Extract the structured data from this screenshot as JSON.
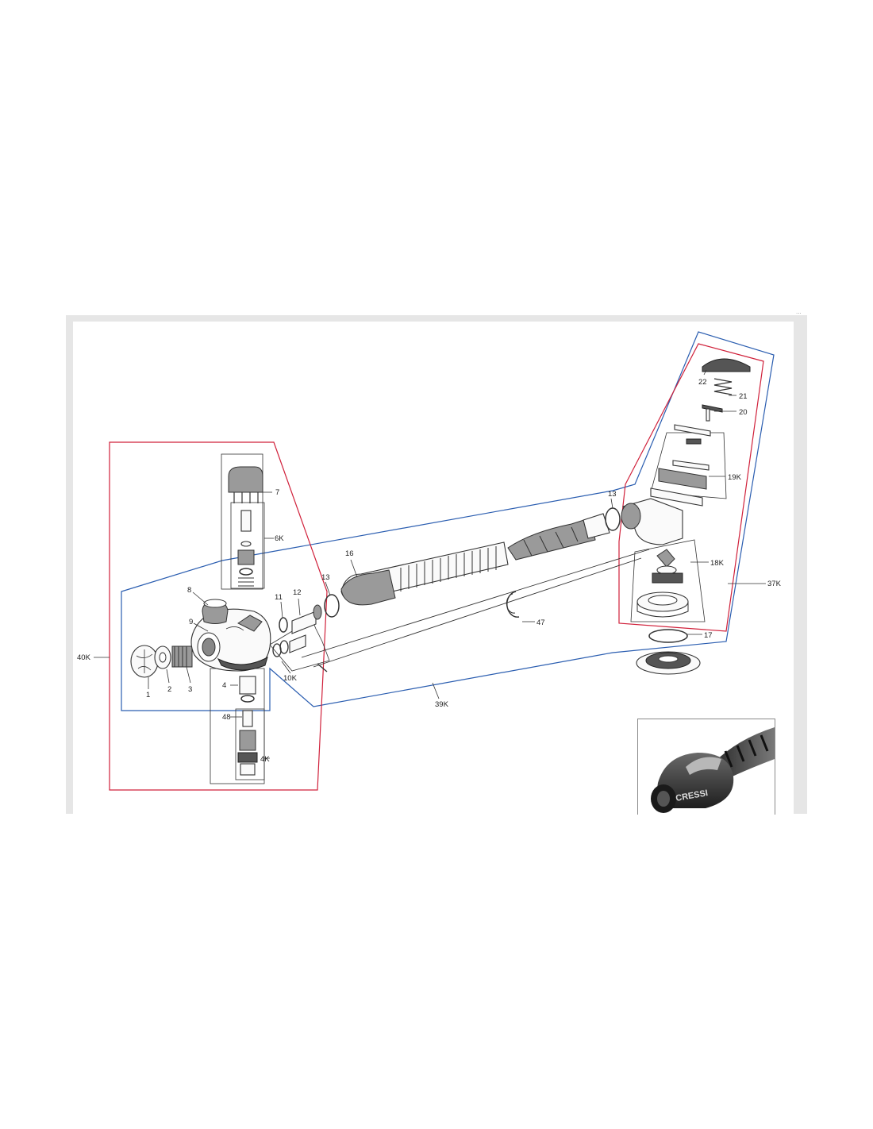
{
  "corner_mark": "...",
  "labels": {
    "l1": "1",
    "l2": "2",
    "l3": "3",
    "l4": "4",
    "l7": "7",
    "l8": "8",
    "l9": "9",
    "l11": "11",
    "l12": "12",
    "l13a": "13",
    "l13b": "13",
    "l16": "16",
    "l17": "17",
    "l20": "20",
    "l21": "21",
    "l22": "22",
    "l47": "47",
    "l48": "48",
    "k4": "4K",
    "k6": "6K",
    "k10": "10K",
    "k18": "18K",
    "k19": "19K",
    "k37": "37K",
    "k39": "39K",
    "k40": "40K"
  },
  "photo": {
    "brand": "CRESSI"
  },
  "colors": {
    "blue_group": "#2a5db0",
    "red_group": "#d0203a",
    "sheet_gray": "#e6e6e6"
  }
}
